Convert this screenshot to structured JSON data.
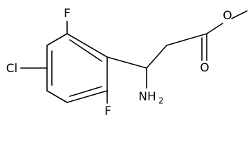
{
  "molecule": {
    "atoms": {
      "fluorine_top": "F",
      "chlorine": "Cl",
      "fluorine_bottom": "F",
      "amine": "NH",
      "amine_subscript": "2",
      "carbonyl_oxygen": "O",
      "ester_oxygen": "O"
    }
  }
}
